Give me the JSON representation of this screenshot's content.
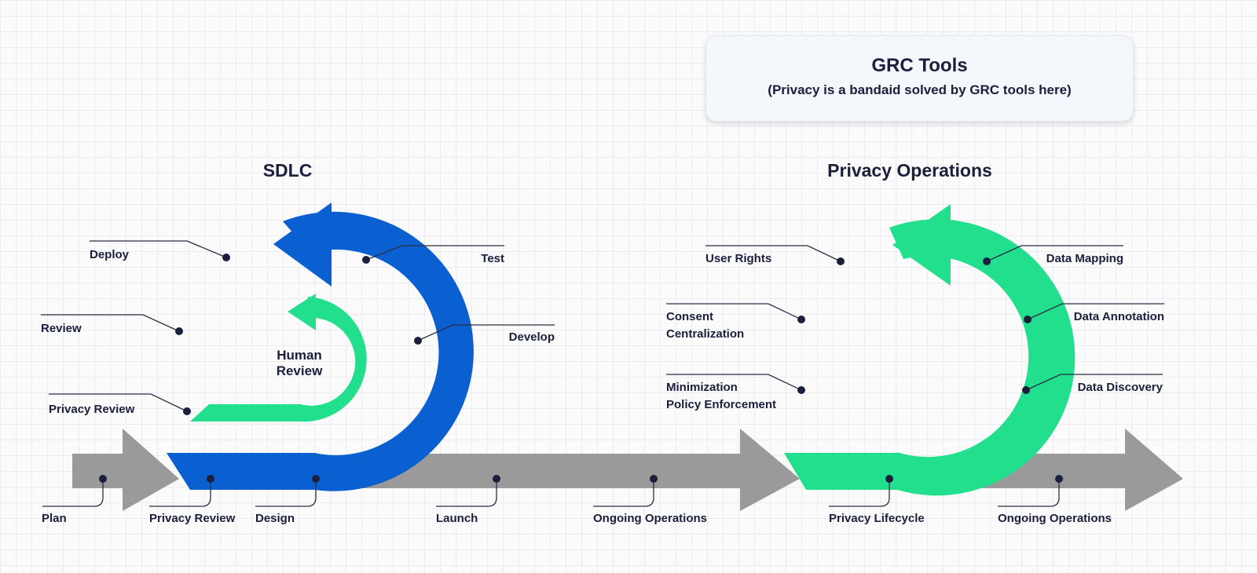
{
  "grc": {
    "title": "GRC Tools",
    "subtitle": "(Privacy is a bandaid solved by GRC tools here)"
  },
  "sdlc": {
    "title": "SDLC",
    "center_line1": "Human",
    "center_line2": "Review",
    "labels": {
      "deploy": "Deploy",
      "test": "Test",
      "review": "Review",
      "develop": "Develop",
      "privacy_review_inner": "Privacy Review",
      "plan": "Plan",
      "privacy_review_bottom": "Privacy Review",
      "design": "Design"
    }
  },
  "privacy_ops": {
    "title": "Privacy Operations",
    "labels": {
      "user_rights": "User Rights",
      "data_mapping": "Data Mapping",
      "consent_line1": "Consent",
      "consent_line2": "Centralization",
      "data_annotation": "Data Annotation",
      "minimization_line1": "Minimization",
      "minimization_line2": "Policy Enforcement",
      "data_discovery": "Data Discovery",
      "privacy_lifecycle": "Privacy Lifecycle"
    }
  },
  "timeline": {
    "launch": "Launch",
    "ongoing_operations_1": "Ongoing Operations",
    "ongoing_operations_2": "Ongoing Operations"
  },
  "colors": {
    "sdlc_blue": "#0a5fd1",
    "privacy_green": "#22df8d",
    "timeline_gray": "#9a9a9a",
    "text_dark": "#1b1f3b"
  }
}
